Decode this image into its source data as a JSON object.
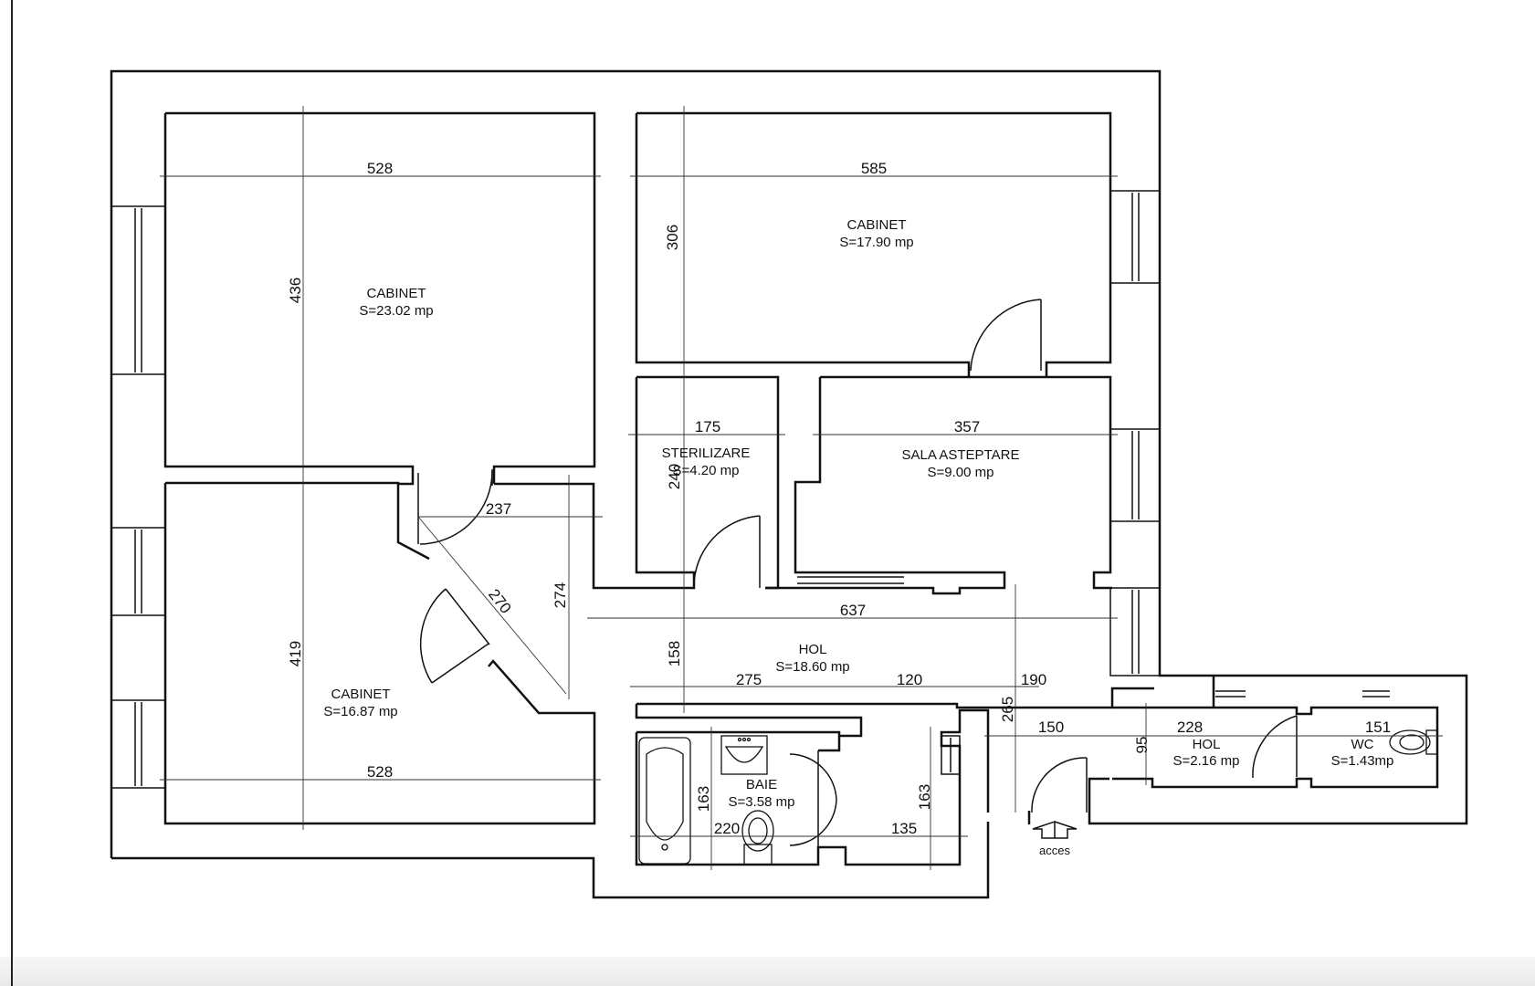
{
  "rooms": {
    "cabinet_1": {
      "name": "CABINET",
      "area": "S=23.02 mp"
    },
    "cabinet_2": {
      "name": "CABINET",
      "area": "S=17.90 mp"
    },
    "cabinet_3": {
      "name": "CABINET",
      "area": "S=16.87 mp"
    },
    "sterilizare": {
      "name": "STERILIZARE",
      "area": "S=4.20 mp"
    },
    "sala": {
      "name": "SALA ASTEPTARE",
      "area": "S=9.00 mp"
    },
    "hol_main": {
      "name": "HOL",
      "area": "S=18.60 mp"
    },
    "baie": {
      "name": "BAIE",
      "area": "S=3.58 mp"
    },
    "hol_small": {
      "name": "HOL",
      "area": "S=2.16 mp"
    },
    "wc": {
      "name": "WC",
      "area": "S=1.43mp"
    }
  },
  "dimensions": {
    "d528_top": "528",
    "d585": "585",
    "d306": "306",
    "d436": "436",
    "d175": "175",
    "d357": "357",
    "d240": "240",
    "d237": "237",
    "d270": "270",
    "d274": "274",
    "d637": "637",
    "d158": "158",
    "d419": "419",
    "d275": "275",
    "d120": "120",
    "d190": "190",
    "d265": "265",
    "d150": "150",
    "d228": "228",
    "d151": "151",
    "d95": "95",
    "d528_bottom": "528",
    "d163_a": "163",
    "d163_b": "163",
    "d220": "220",
    "d135": "135"
  },
  "access": {
    "label": "acces"
  }
}
